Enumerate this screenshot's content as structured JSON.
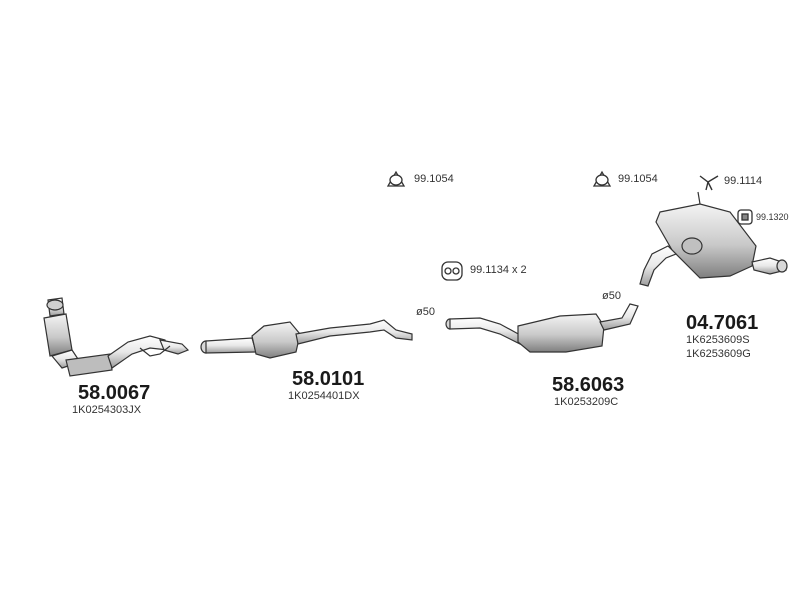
{
  "parts": {
    "catalyst": {
      "number": "58.0067",
      "oem": "1K0254303JX"
    },
    "front_pipe": {
      "number": "58.0101",
      "oem": "1K0254401DX",
      "diameter": "ø50"
    },
    "middle_silencer": {
      "number": "58.6063",
      "oem": "1K0253209C",
      "diameter": "ø50"
    },
    "rear_silencer": {
      "number": "04.7061",
      "oem_1": "1K6253609S",
      "oem_2": "1K6253609G"
    }
  },
  "accessories": {
    "clamp_1": "99.1054",
    "clamp_2": "99.1054",
    "hanger_pair": "99.1134 x 2",
    "hanger_y": "99.1114",
    "rubber_mount": "99.1320"
  },
  "colors": {
    "line": "#3a3a3a",
    "fill_light": "#e6e6e6",
    "fill_dark": "#9a9a9a"
  }
}
